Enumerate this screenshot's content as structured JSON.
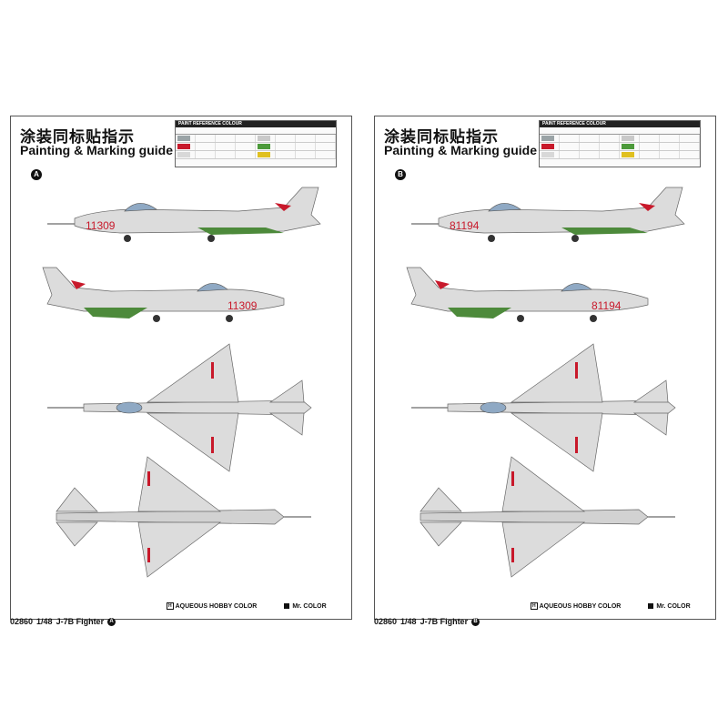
{
  "sheets": [
    {
      "id": "a",
      "title_cn": "涂装同标贴指示",
      "title_en": "Painting & Marking guide",
      "badge": "A",
      "tail_number": "11309",
      "bottom_code": "02860",
      "bottom_scale": "1/48",
      "bottom_name": "J-7B Fighter",
      "bottom_badge": "A"
    },
    {
      "id": "b",
      "title_cn": "涂装同标贴指示",
      "title_en": "Painting & Marking guide",
      "badge": "B",
      "tail_number": "81194",
      "bottom_code": "02860",
      "bottom_scale": "1/48",
      "bottom_name": "J-7B Fighter",
      "bottom_badge": "B"
    }
  ],
  "legend": {
    "header": "PAINT REFERENCE COLOUR",
    "swatches": [
      "#9aa3a6",
      "#c8192b",
      "#e8e8e8",
      "#d8d8d8",
      "#4c9a3a",
      "#e0c020"
    ]
  },
  "footer": {
    "aqueous_prefix": "H",
    "aqueous_label": "AQUEOUS HOBBY COLOR",
    "mr_label": "Mr. COLOR"
  },
  "colors": {
    "fuselage": "#dcdcdc",
    "fuselage_shade": "#b9b9b9",
    "canopy": "#8fa9c4",
    "green": "#4d8a3b",
    "red": "#c8192b",
    "yellow": "#e2b21c"
  }
}
